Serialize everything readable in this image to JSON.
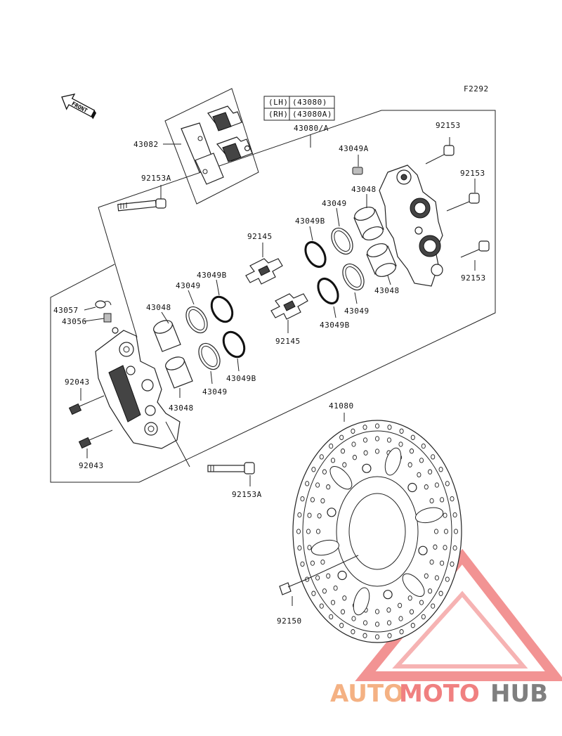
{
  "figure_code": "F2292",
  "front_label": "FRONT",
  "table": {
    "rows": [
      {
        "side": "(LH)",
        "code": "(43080)"
      },
      {
        "side": "(RH)",
        "code": "(43080A)"
      }
    ],
    "assembly": "43080/A"
  },
  "labels": {
    "pads": "43082",
    "bolt_top_left": "92153A",
    "bolt_bottom": "92153A",
    "bleeder_cap": "43057",
    "bleeder": "43056",
    "screw_upper": "92043",
    "screw_lower": "92043",
    "piston_left_upper": "43048",
    "piston_left_lower": "43048",
    "seal_left_upper": "43049",
    "seal_b_left_upper": "43049B",
    "seal_left_lower": "43049",
    "seal_b_left_lower": "43049B",
    "spring_upper": "92145",
    "spring_lower": "92145",
    "seal_b_mid_upper": "43049B",
    "seal_mid_upper": "43049",
    "piston_mid_upper": "43048",
    "washer": "43049A",
    "seal_mid_lower": "43049",
    "seal_b_mid_lower": "43049B",
    "piston_mid_lower": "43048",
    "bolt_right_1": "92153",
    "bolt_right_2": "92153",
    "bolt_right_3": "92153",
    "disc": "41080",
    "disc_bolt": "92150"
  },
  "watermark": {
    "part1": "AUTO",
    "part2": "MOTO",
    "part3": "HUB",
    "color1": "#f4b183",
    "color2": "#f08080",
    "color3": "#7f7f7f"
  }
}
